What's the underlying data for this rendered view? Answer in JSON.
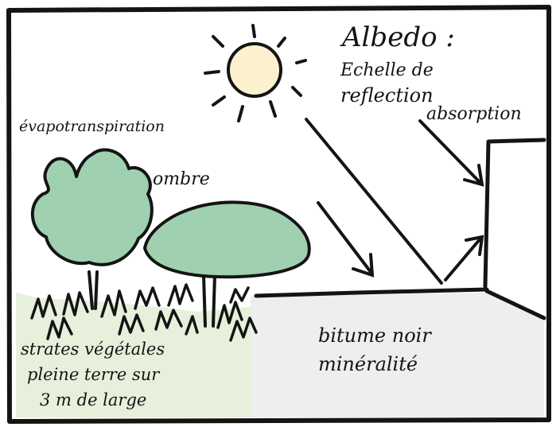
{
  "labels": {
    "albedo_title": "Albedo :",
    "albedo_line1": "Echelle de",
    "albedo_line2": "reflection",
    "absorption": "absorption",
    "evapotranspiration": "évapotranspiration",
    "ombre": "ombre",
    "vegetation_line1": "strates végétales",
    "vegetation_line2": "pleine terre sur",
    "vegetation_line3": "3 m de large",
    "bitume_line1": "bitume noir",
    "bitume_line2": "minéralité"
  },
  "colors": {
    "sun": "#fbf1cf",
    "tree": "#9fd0b0",
    "grass_zone": "#e6f0db",
    "asphalt": "#eeeeee",
    "ink": "#141414"
  }
}
